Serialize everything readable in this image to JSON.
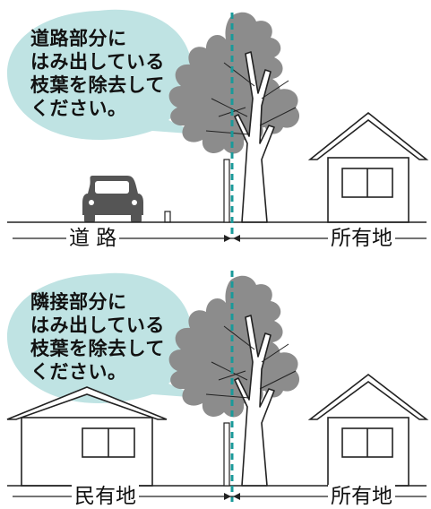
{
  "panels": [
    {
      "bubble_lines": [
        "道路部分に",
        "はみ出している",
        "枝葉を除去して",
        "ください。"
      ],
      "left_label": "道 路",
      "right_label": "所有地"
    },
    {
      "bubble_lines": [
        "隣接部分に",
        "はみ出している",
        "枝葉を除去して",
        "ください。"
      ],
      "left_label": "民有地",
      "right_label": "所有地"
    }
  ],
  "colors": {
    "bubble_fill": "#bfe3e3",
    "tree_foliage": "#8c8c8c",
    "boundary_line": "#1a9a9a",
    "outline": "#222222"
  }
}
